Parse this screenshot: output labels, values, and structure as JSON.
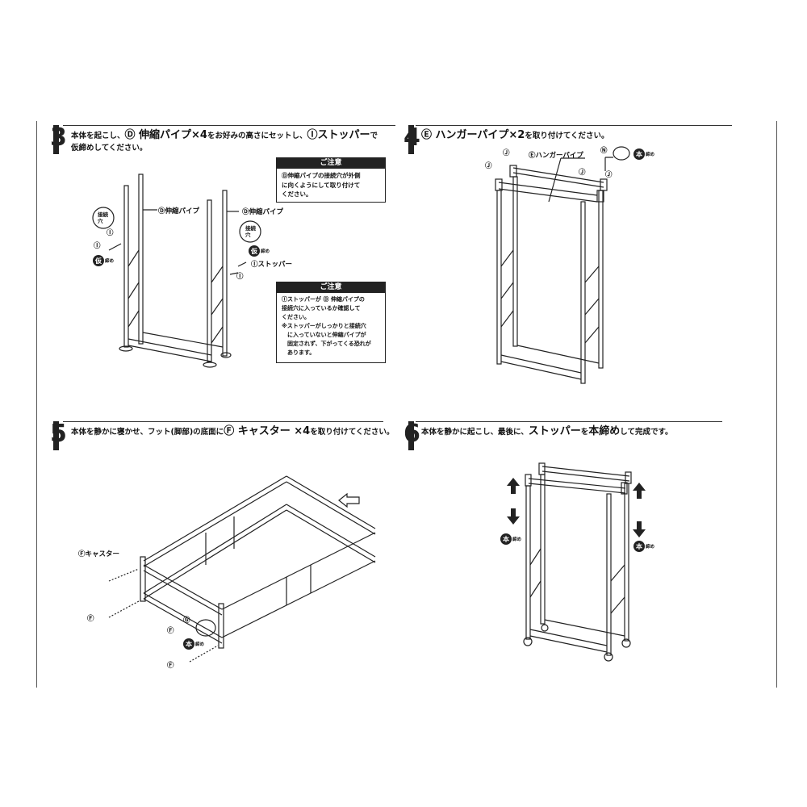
{
  "step3": {
    "number": "3",
    "line1_pre": "本体を起こし、",
    "line1_em": "Ⓓ 伸縮パイプ×4",
    "line1_mid": "をお好みの高さにセットし、",
    "line1_em2": "Ⓘストッパー",
    "line1_post": "で",
    "line2": "仮締めしてください。",
    "note1": {
      "title": "ご注意",
      "body": "Ⓓ伸縮パイプの接続穴が外側\nに向くようにして取り付けて\nください。"
    },
    "note2": {
      "title": "ご注意",
      "body": "Ⓘストッパーが Ⓓ 伸縮パイプの\n接続穴に入っているか確認して\nください。\n※ストッパーがしっかりと接続穴\n　に入っていないと伸縮パイプが\n　固定されず、下がってくる恐れが\n　あります。"
    },
    "labels": {
      "pipe_left": "Ⓓ伸縮パイプ",
      "pipe_right": "Ⓓ伸縮パイプ",
      "hole_left": "接続\n穴",
      "hole_right": "接続\n穴",
      "i1": "Ⓘ",
      "i2": "Ⓘ",
      "i3": "Ⓘ",
      "stopper": "Ⓘストッパー",
      "temp_char": "仮",
      "temp_suffix": "締め",
      "temp_char2": "仮",
      "temp_suffix2": "締め"
    }
  },
  "step4": {
    "number": "4",
    "line1_em": "Ⓔ ハンガーパイプ×2",
    "line1_post": "を取り付けてください。",
    "labels": {
      "hanger": "Ⓔハンガーパイプ",
      "j1": "Ⓙ",
      "j2": "Ⓙ",
      "j3": "Ⓙ",
      "j4": "Ⓙ",
      "n": "Ⓝ",
      "final_char": "本",
      "final_suffix": "締め"
    }
  },
  "step5": {
    "number": "5",
    "line1_pre": "本体を静かに寝かせ、フット(脚部)の底面に",
    "line1_em": "Ⓕ キャスター ×4",
    "line1_post": "を取り付けてください。",
    "labels": {
      "caster": "Ⓕキャスター",
      "f1": "Ⓕ",
      "f2": "Ⓕ",
      "f3": "Ⓕ",
      "g": "Ⓖ",
      "final_char": "本",
      "final_suffix": "締め"
    }
  },
  "step6": {
    "number": "6",
    "line1_pre": "本体を静かに起こし、最後に、",
    "line1_em": "ストッパー",
    "line1_mid": "を",
    "line1_em2": "本締め",
    "line1_post": "して完成です。",
    "labels": {
      "final_char": "本",
      "final_suffix": "締め",
      "final_char2": "本",
      "final_suffix2": "締め"
    }
  }
}
